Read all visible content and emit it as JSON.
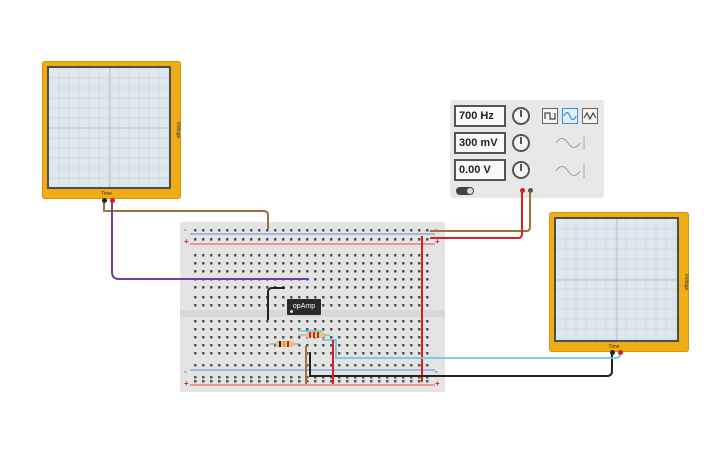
{
  "scope_left": {
    "time_label": "Time",
    "voltage_label": "Voltage"
  },
  "scope_right": {
    "time_label": "Time",
    "voltage_label": "Voltage"
  },
  "function_generator": {
    "frequency": "700 Hz",
    "amplitude": "300 mV",
    "dc_offset": "0.00 V",
    "waveforms": [
      "square-wave-icon",
      "sine-wave-icon",
      "triangle-wave-icon"
    ],
    "selected_waveform": "sine-wave-icon"
  },
  "breadboard": {
    "chip_label": "opAmp",
    "rail_plus": "+",
    "rail_minus": "-"
  },
  "colors": {
    "scope_body": "#f0ac14",
    "wire_brown": "#a0703a",
    "wire_purple": "#7a3c9a",
    "wire_red": "#d82020",
    "wire_black": "#222222",
    "wire_cyan": "#6ec6d8"
  }
}
